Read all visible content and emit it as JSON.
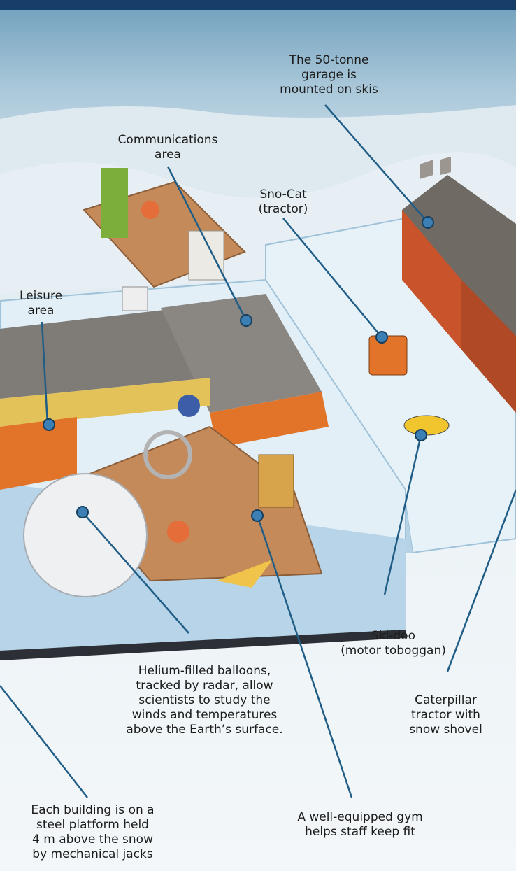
{
  "labels": {
    "garage": "The 50-tonne\ngarage is\nmounted on skis",
    "communications": "Communications\narea",
    "snocat": "Sno-Cat\n(tractor)",
    "leisure": "Leisure\narea",
    "skidoo": "Ski-doo\n(motor toboggan)",
    "balloons": "Helium-filled balloons,\ntracked by radar, allow\nscientists to study the\nwinds and temperatures\nabove the Earth’s surface.",
    "caterpillar": "Caterpillar\ntractor with\nsnow shovel",
    "building": "Each building is on a\nsteel platform held\n4 m above the snow\nby mechanical jacks",
    "gym": "A well-equipped gym\nhelps staff keep fit"
  },
  "colors": {
    "pointer": "#1f5d86",
    "marker_fill": "#3b7fb4",
    "building_orange": "#e2742a",
    "roof_grey": "#8f8c86",
    "platform_brown": "#c48a5a",
    "ice": "#d7e8f3"
  }
}
